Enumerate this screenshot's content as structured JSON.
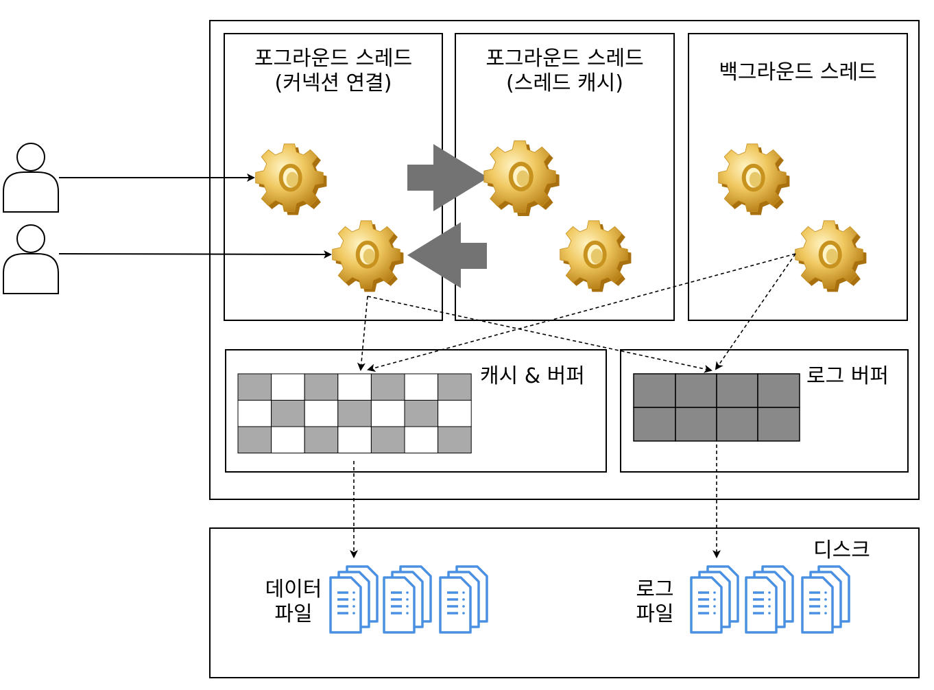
{
  "threads": {
    "fg_connection": {
      "line1": "포그라운드 스레드",
      "line2": "(커넥션 연결)"
    },
    "fg_cache": {
      "line1": "포그라운드 스레드",
      "line2": "(스레드 캐시)"
    },
    "bg": {
      "line1": "백그라운드 스레드"
    }
  },
  "memory": {
    "cache_buffer": "캐시 & 버퍼",
    "log_buffer": "로그 버퍼"
  },
  "disk": {
    "title": "디스크",
    "data_files": {
      "line1": "데이터",
      "line2": "파일"
    },
    "log_files": {
      "line1": "로그",
      "line2": "파일"
    }
  },
  "colors": {
    "gear_light": "#f6dc8c",
    "gear_dark": "#c8921e",
    "arrow_gray": "#737373",
    "cache_cell_gray": "#aaaaaa",
    "log_cell_gray": "#898989",
    "file_blue": "#4a90e2"
  },
  "icons": [
    "user-icon",
    "gear-icon",
    "file-stack-icon",
    "arrow-right-icon",
    "arrow-left-icon"
  ]
}
